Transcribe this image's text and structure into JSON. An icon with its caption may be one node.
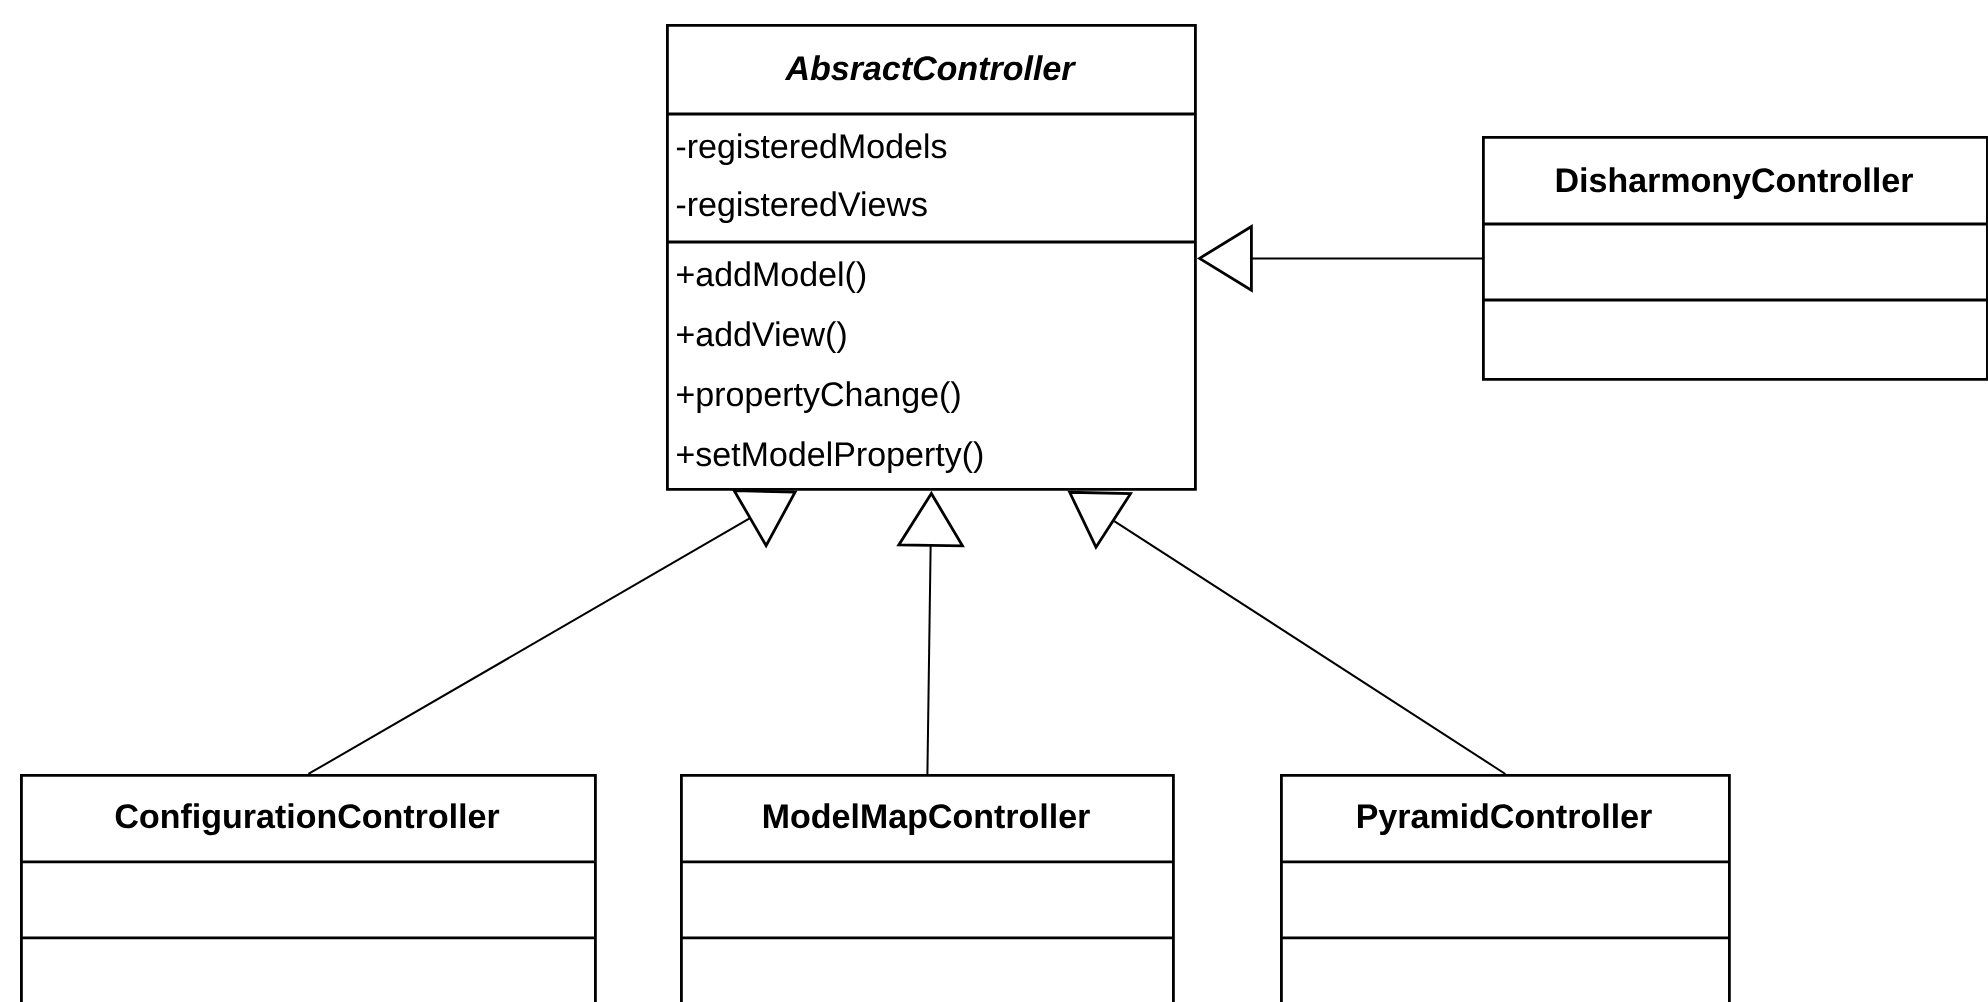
{
  "diagram": {
    "nodes": [
      {
        "text": [
          "AbsractController",
          "-registeredModels",
          "-registeredViews",
          "+addModel()",
          "+addView()",
          "+propertyChange()",
          "+setModelProperty()"
        ]
      },
      {
        "text": [
          "DisharmonyController"
        ]
      },
      {
        "text": [
          "ConfigurationController"
        ]
      },
      {
        "text": [
          "ModelMapController"
        ]
      },
      {
        "text": [
          "PyramidController"
        ]
      }
    ],
    "edges": [
      {
        "from": 1,
        "to": 0,
        "arrow": "to"
      },
      {
        "from": 2,
        "to": 0,
        "arrow": "to"
      },
      {
        "from": 3,
        "to": 0,
        "arrow": "to"
      },
      {
        "from": 4,
        "to": 0,
        "arrow": "to"
      }
    ]
  }
}
